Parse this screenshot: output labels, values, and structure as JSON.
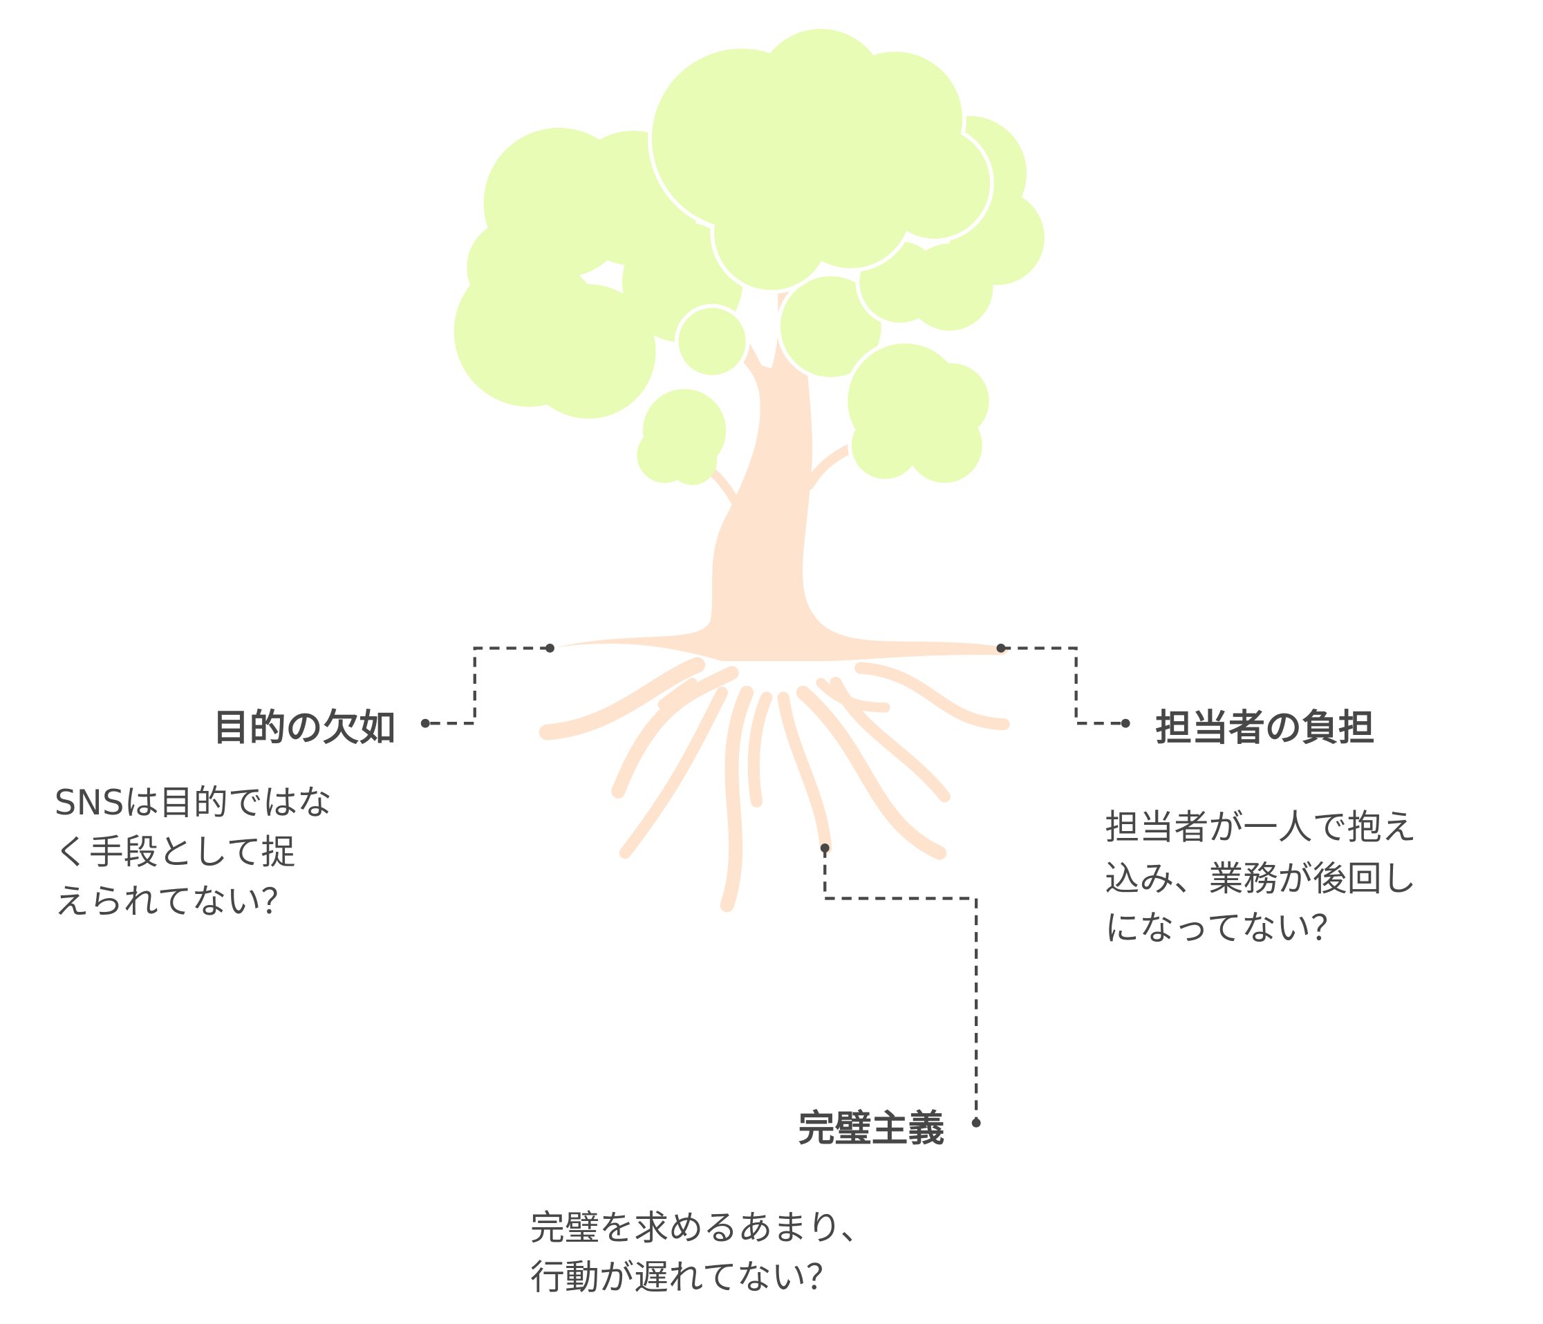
{
  "colors": {
    "canopy": "#e8fcb6",
    "trunk": "#fee4cf",
    "text": "#474747"
  },
  "items": [
    {
      "title": "目的の欠如",
      "lines": [
        "SNSは目的ではな",
        "く手段として捉",
        "えられてない？"
      ]
    },
    {
      "title": "担当者の負担",
      "lines": [
        "担当者が一人で抱え",
        "込み、業務が後回し",
        "になってない？"
      ]
    },
    {
      "title": "完璧主義",
      "lines": [
        "完璧を求めるあまり、",
        "行動が遅れてない？"
      ]
    }
  ]
}
